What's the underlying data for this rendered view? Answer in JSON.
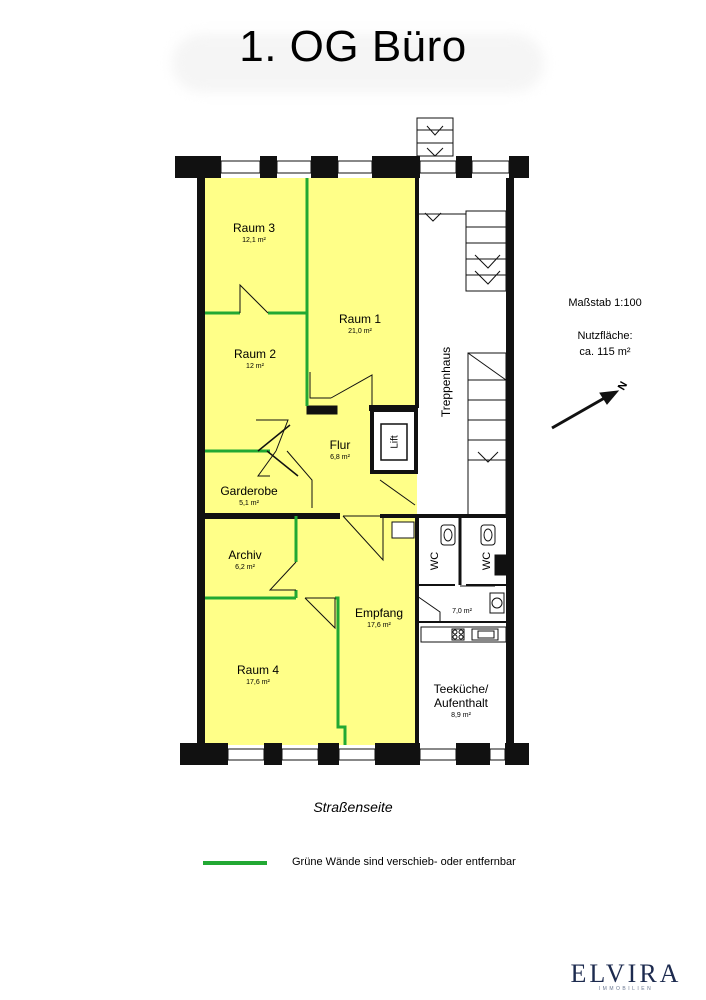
{
  "title": "1. OG Büro",
  "rooms": {
    "raum3": {
      "name": "Raum 3",
      "area": "12,1 m²"
    },
    "raum1": {
      "name": "Raum 1",
      "area": "21,0 m²"
    },
    "raum2": {
      "name": "Raum 2",
      "area": "12 m²"
    },
    "flur": {
      "name": "Flur",
      "area": "6,8 m²"
    },
    "garderobe": {
      "name": "Garderobe",
      "area": "5,1 m²"
    },
    "archiv": {
      "name": "Archiv",
      "area": "6,2 m²"
    },
    "empfang": {
      "name": "Empfang",
      "area": "17,6 m²"
    },
    "raum4": {
      "name": "Raum 4",
      "area": "17,6 m²"
    },
    "wc_area": {
      "area": "7,0 m²"
    },
    "teekueche": {
      "name_line1": "Teeküche/",
      "name_line2": "Aufenthalt",
      "area": "8,9 m²"
    }
  },
  "labels": {
    "treppenhaus": "Treppenhaus",
    "lift": "Lift",
    "wc": "WC",
    "north": "N"
  },
  "scale_info": {
    "massstab": "Maßstab 1:100",
    "nutzflaeche_label": "Nutzfläche:",
    "nutzflaeche_value": "ca. 115 m²"
  },
  "street": "Straßenseite",
  "legend": {
    "text": "Grüne Wände sind verschieb- oder entfernbar",
    "color": "#22a833"
  },
  "logo": {
    "main": "ELVIRA",
    "sub": "IMMOBILIEN"
  },
  "colors": {
    "room_fill": "#ffff88",
    "movable_wall": "#22a833",
    "wall": "#111111"
  }
}
